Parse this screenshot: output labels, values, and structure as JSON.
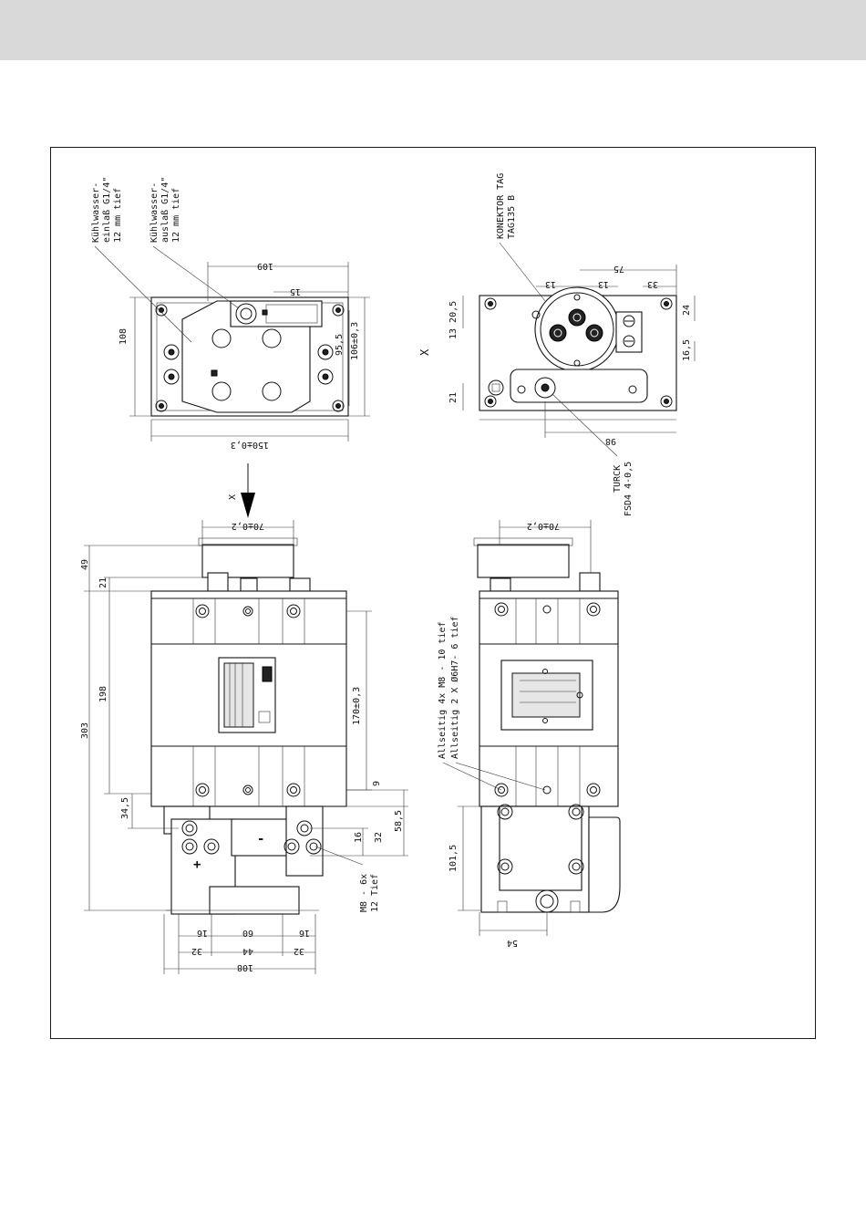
{
  "labels": {
    "cooling_inlet_1": "Kühlwasser-",
    "cooling_inlet_2": "einlaß G1/4\"",
    "cooling_inlet_3": "12 mm tief",
    "cooling_outlet_1": "Kühlwasser-",
    "cooling_outlet_2": "auslaß G1/4\"",
    "cooling_outlet_3": "12 mm tief",
    "connector_1": "KONEKTOR TAG",
    "connector_2": "TAG135 B",
    "turck_1": "TURCK",
    "turck_2": "FSD4 4-0,5",
    "view_x": "X",
    "view_x_arrow": "X",
    "thread_1": "Allseitig 4x M8 - 10 tief",
    "thread_2": "Allseitig 2 X Ø6H7- 6 tief",
    "m8_1": "M8 - 6x",
    "m8_2": "12 Tief",
    "mark_plus": "+",
    "mark_minus": "-"
  },
  "dimensions": {
    "d109": "109",
    "d15": "15",
    "d108_left": "108",
    "d95_5": "95,5",
    "d106": "106±0,3",
    "d150": "150±0,3",
    "d75": "75",
    "d13a": "13",
    "d13b": "13",
    "d33": "33",
    "d13_20_5": "13 20,5",
    "d24": "24",
    "d16_5": "16,5",
    "d21_right": "21",
    "d98": "98",
    "d70_left": "70±0,2",
    "d70_right": "70±0,2",
    "d49": "49",
    "d21": "21",
    "d198": "198",
    "d303": "303",
    "d170": "170±0,3",
    "d34_5": "34,5",
    "d9": "9",
    "d16": "16",
    "d32_side": "32",
    "d58_5": "58,5",
    "d101_5": "101,5",
    "d54": "54",
    "b16a": "16",
    "b60": "60",
    "b16b": "16",
    "b32a": "32",
    "b44": "44",
    "b32b": "32",
    "b108": "108"
  }
}
